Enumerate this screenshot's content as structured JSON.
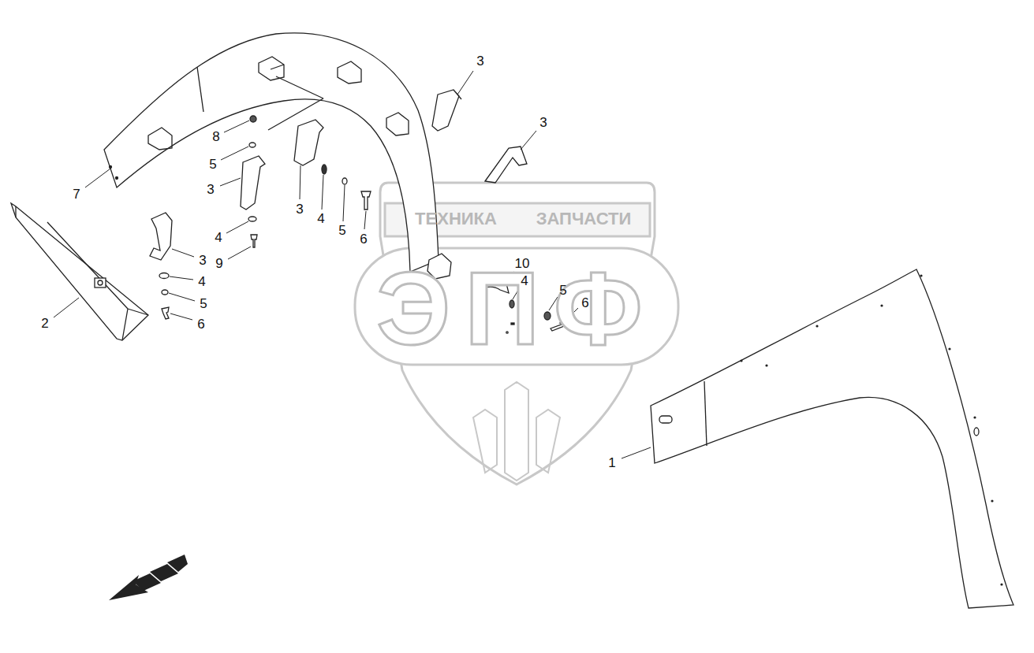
{
  "diagram": {
    "labels": [
      "ТЕХНИКА",
      "ЗАПЧАСТИ",
      "ЭПФ",
      "3",
      "3",
      "8",
      "5",
      "7",
      "3",
      "3",
      "4",
      "5",
      "6",
      "4",
      "9",
      "3",
      "4",
      "2",
      "5",
      "6",
      "10",
      "4",
      "5",
      "6",
      "1"
    ]
  }
}
